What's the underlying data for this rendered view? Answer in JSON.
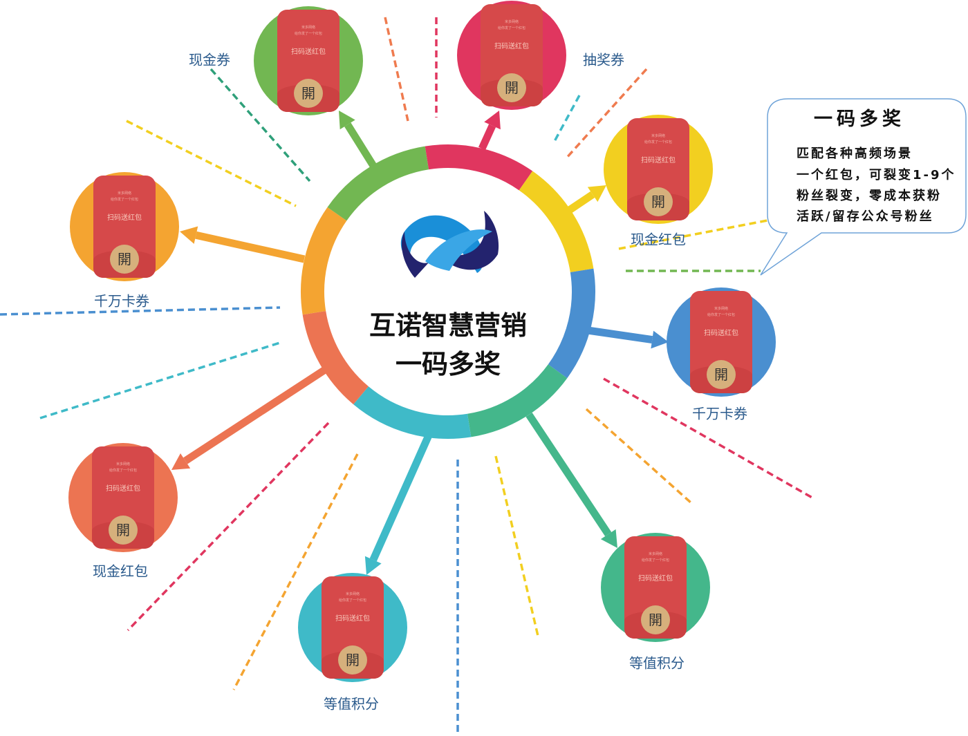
{
  "center": {
    "title_line1": "互诺智慧营销",
    "title_line2": "一码多奖"
  },
  "envelope": {
    "brand": "米多网络",
    "subtitle": "给你发了一个红包",
    "main": "扫码送红包",
    "open_button": "開"
  },
  "nodes": [
    {
      "label": "现金券",
      "color": "#72b752"
    },
    {
      "label": "抽奖券",
      "color": "#e0365f"
    },
    {
      "label": "现金红包",
      "color": "#f2cf20"
    },
    {
      "label": "千万卡券",
      "color": "#4a8fd0"
    },
    {
      "label": "等值积分",
      "color": "#44b78b"
    },
    {
      "label": "等值积分",
      "color": "#3fbac8"
    },
    {
      "label": "现金红包",
      "color": "#ec7452"
    },
    {
      "label": "千万卡券",
      "color": "#f4a431"
    }
  ],
  "callout": {
    "title": "一码多奖",
    "lines": [
      "匹配各种高频场景",
      "一个红包，可裂变1-9个",
      "粉丝裂变，零成本获粉",
      "活跃/留存公众号粉丝"
    ],
    "border_color": "#6fa3d8"
  }
}
